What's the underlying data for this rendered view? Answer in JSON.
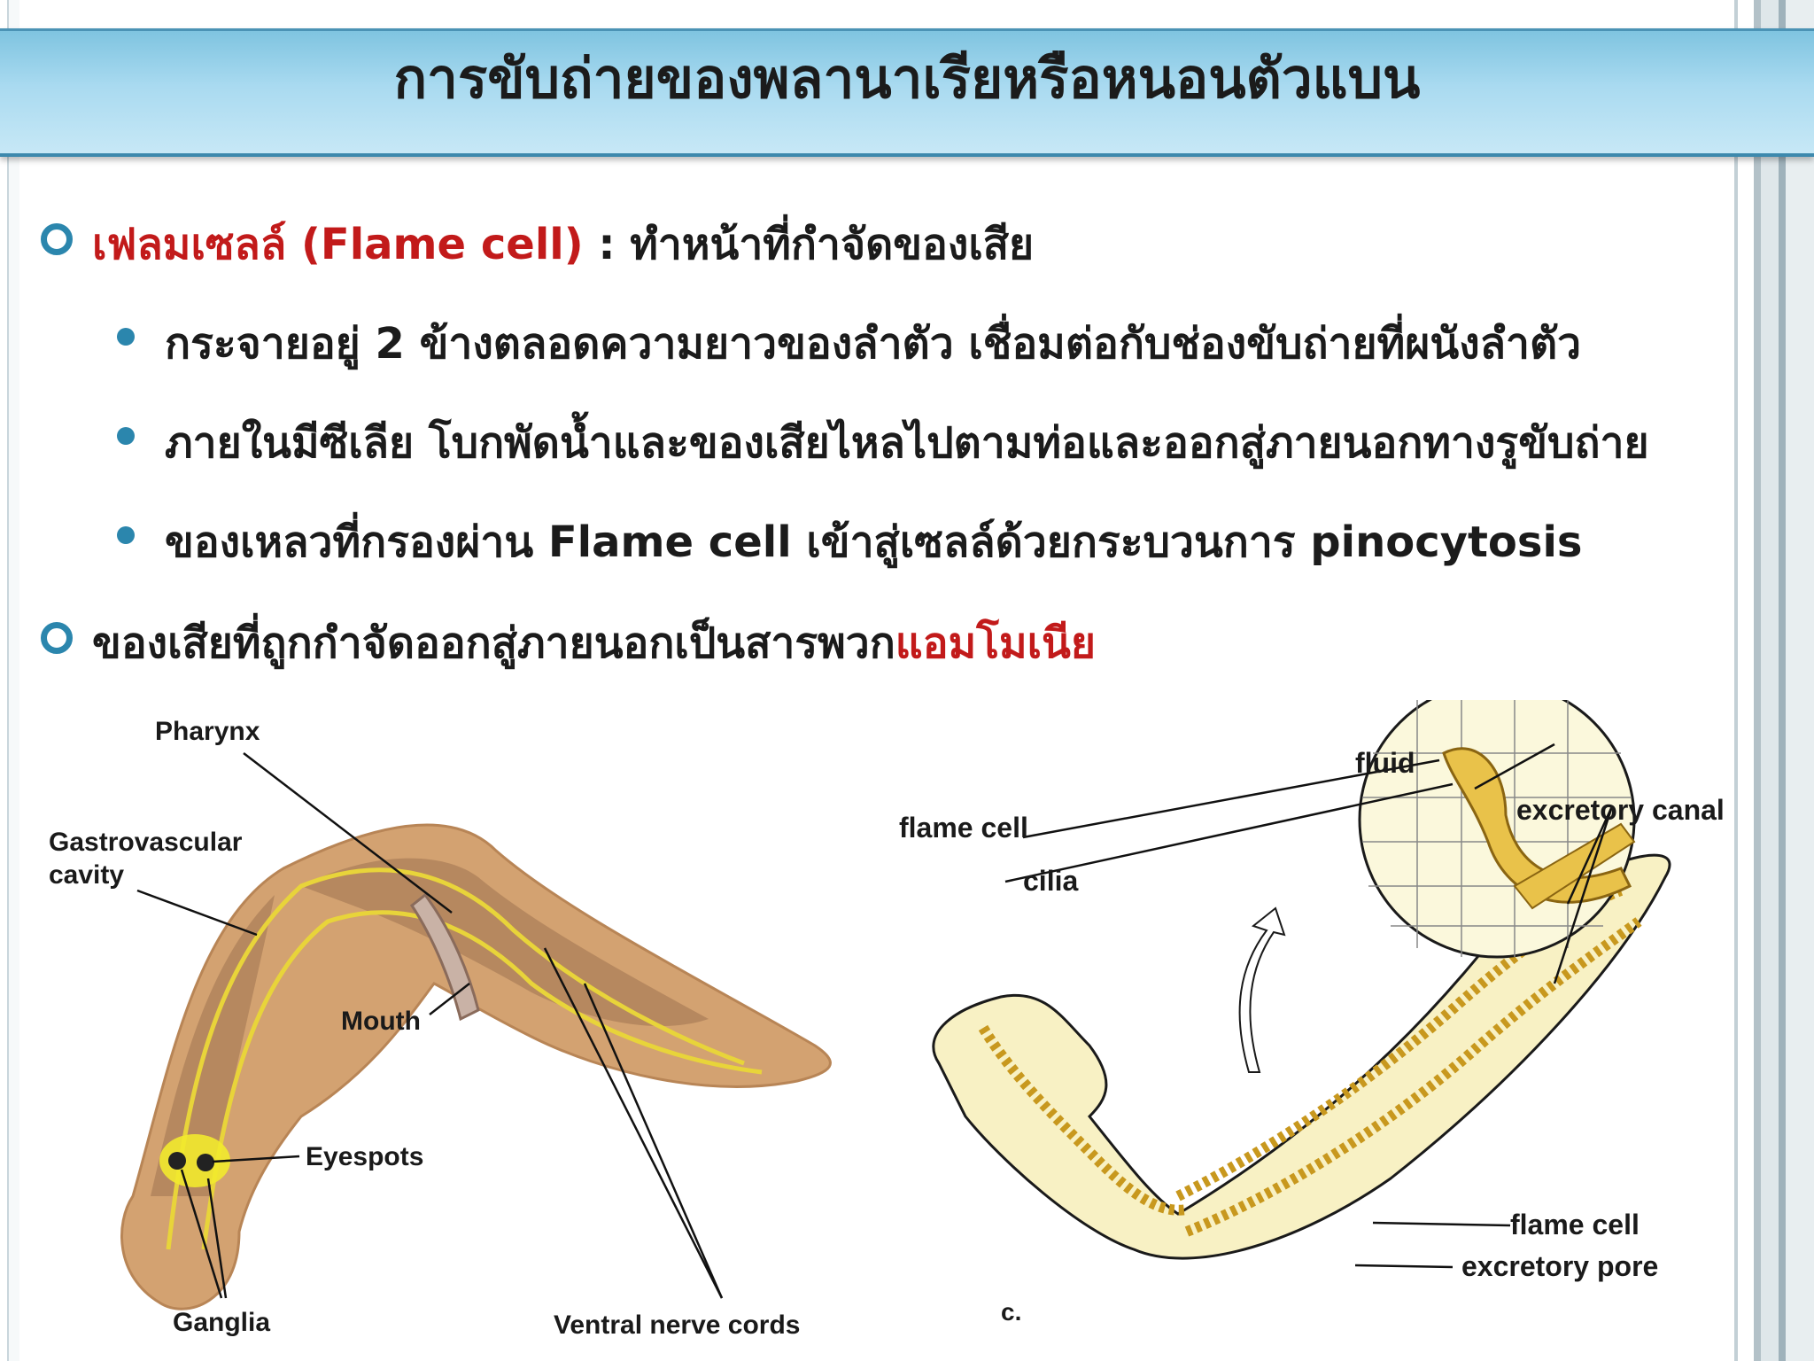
{
  "title": "การขับถ่ายของพลานาเรียหรือหนอนตัวแบน",
  "points": [
    {
      "term": "เฟลมเซลล์ (Flame cell)",
      "rest": " : ทำหน้าที่กำจัดของเสีย"
    },
    {
      "lead": "ของเสียที่ถูกกำจัดออกสู่ภายนอกเป็นสารพวก",
      "highlight": "แอมโมเนีย"
    }
  ],
  "subpoints": [
    "กระจายอยู่ 2 ข้างตลอดความยาวของลำตัว เชื่อมต่อกับช่องขับถ่ายที่ผนังลำตัว",
    "ภายในมีซีเลีย โบกพัดน้ำและของเสียไหลไปตามท่อและออกสู่ภายนอกทางรูขับถ่าย",
    "ของเหลวที่กรองผ่าน Flame cell เข้าสู่เซลล์ด้วยกระบวนการ pinocytosis"
  ],
  "left_figure": {
    "labels": {
      "pharynx": "Pharynx",
      "gastro": "Gastrovascular",
      "cavity": "cavity",
      "mouth": "Mouth",
      "eyespots": "Eyespots",
      "ganglia": "Ganglia",
      "nerve": "Ventral nerve cords"
    }
  },
  "right_figure": {
    "labels": {
      "fluid": "fluid",
      "flame_cell_top": "flame cell",
      "cilia": "cilia",
      "canal": "excretory canal",
      "flame_cell_bottom": "flame cell",
      "pore": "excretory pore",
      "c": "c."
    }
  },
  "colors": {
    "accent": "#2b86ad",
    "highlight": "#c21a1a",
    "title_bar": "#a9daf0"
  }
}
